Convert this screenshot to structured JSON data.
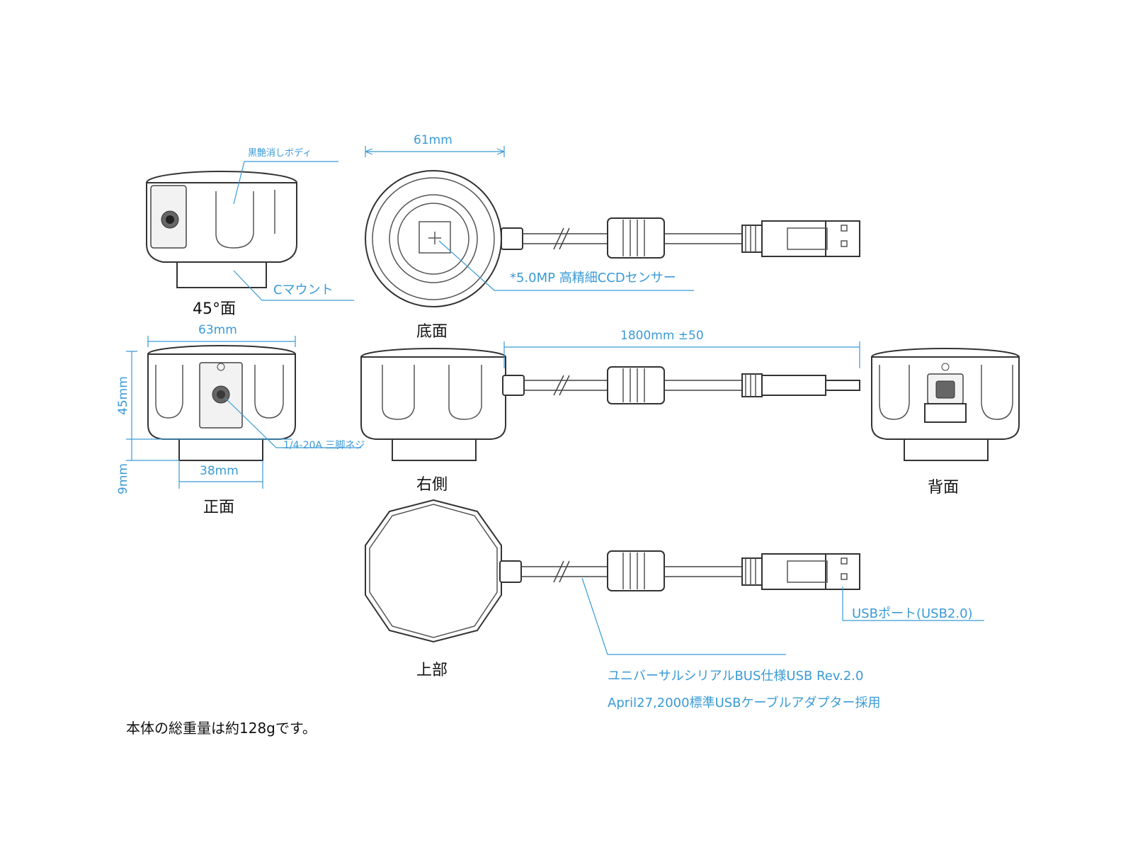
{
  "labels": {
    "view_45": "45°面",
    "view_bottom": "底面",
    "view_front": "正面",
    "view_right": "右側",
    "view_back": "背面",
    "view_top": "上部"
  },
  "dimensions": {
    "width_61": "61mm",
    "width_63": "63mm",
    "height_45": "45mm",
    "height_9": "9mm",
    "width_38": "38mm",
    "cable_length": "1800mm ±50"
  },
  "callouts": {
    "body_finish": "黒艶消しボディ",
    "c_mount": "Cマウント",
    "sensor": "*5.0MP 高精細CCDセンサー",
    "tripod": "1/4-20A 三脚ネジ",
    "usb_port": "USBポート(USB2.0)",
    "usb_spec_line1": "ユニバーサルシリアルBUS仕様USB Rev.2.0",
    "usb_spec_line2": "April27,2000標準USBケーブルアダプター採用"
  },
  "weight_note": "本体の総重量は約128gです。",
  "colors": {
    "annotation": "#3a9ad6",
    "outline": "#333333",
    "text": "#111111"
  }
}
